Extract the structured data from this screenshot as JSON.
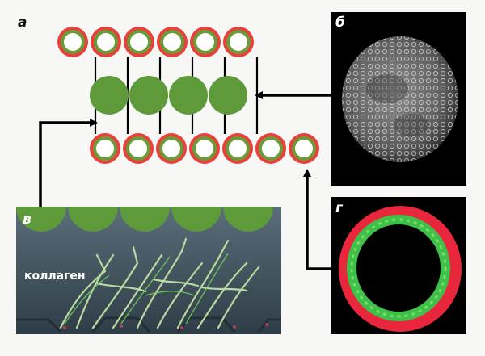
{
  "labels": {
    "a": "а",
    "b": "б",
    "v": "в",
    "g": "г",
    "collagen": "коллаген"
  },
  "scheme": {
    "top_cells": 6,
    "bottom_cells": 7,
    "core_cells": 4
  },
  "colors": {
    "cell_membrane": "#e8403a",
    "cell_body": "#6a9c3a",
    "cell_nucleus": "#ffffff",
    "core": "#5f9a3a",
    "arrow": "#000000",
    "panel_bg": "#000000"
  },
  "icons": {
    "arrow_from_v": "arrow-right-icon",
    "arrow_from_b": "arrow-left-icon",
    "arrow_from_g": "arrow-up-icon"
  }
}
